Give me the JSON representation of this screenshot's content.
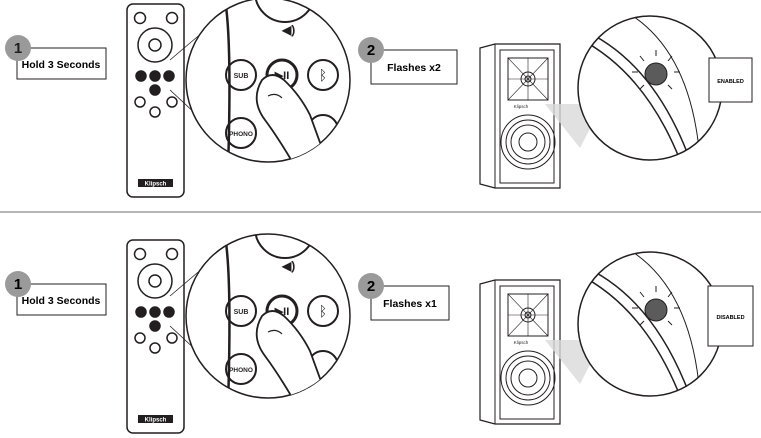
{
  "panels": [
    {
      "step1": {
        "number": "1",
        "label": "Hold 3 Seconds"
      },
      "step2": {
        "number": "2",
        "label": "Flashes x2"
      },
      "status": "ENABLED"
    },
    {
      "step1": {
        "number": "1",
        "label": "Hold 3 Seconds"
      },
      "step2": {
        "number": "2",
        "label": "Flashes x1"
      },
      "status": "DISABLED"
    }
  ],
  "remote": {
    "brand": "Klipsch"
  },
  "buttons": {
    "sub": "SUB",
    "phono": "PHONO"
  },
  "speaker": {
    "badge": "Klipsch"
  },
  "colors": {
    "line": "#231f20",
    "badge": "#9a9a9a",
    "led": "#5b5b5b",
    "divider": "#6d6d6d"
  }
}
